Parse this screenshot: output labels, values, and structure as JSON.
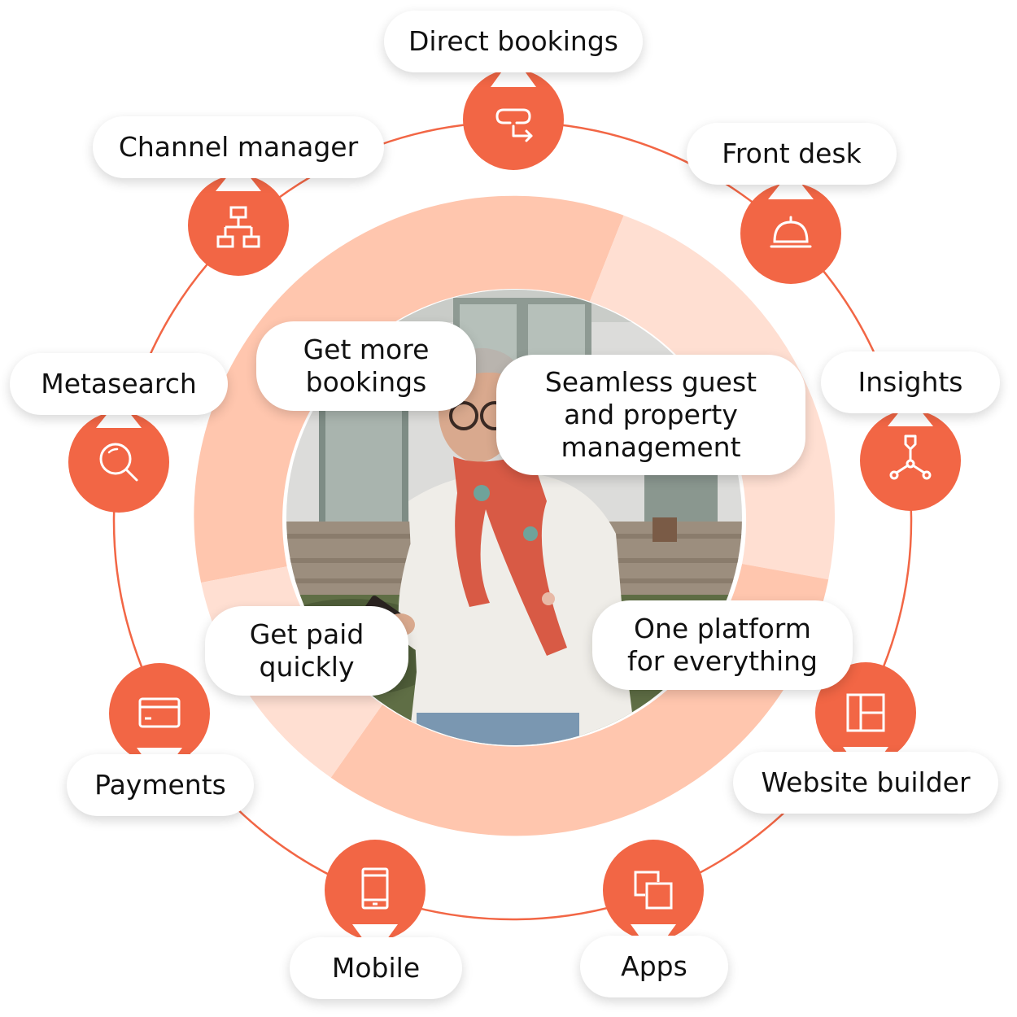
{
  "colors": {
    "accent": "#F26645",
    "ring_light": "#FFC6AE",
    "ring_lighter": "#FFDFD2",
    "pill_bg": "#FFFFFF",
    "text": "#111111"
  },
  "features": [
    {
      "label": "Direct bookings",
      "icon": "redirect-arrow-icon"
    },
    {
      "label": "Front desk",
      "icon": "reception-bell-icon"
    },
    {
      "label": "Insights",
      "icon": "analytics-graph-icon"
    },
    {
      "label": "Website builder",
      "icon": "layout-grid-icon"
    },
    {
      "label": "Apps",
      "icon": "overlapping-squares-icon"
    },
    {
      "label": "Mobile",
      "icon": "smartphone-icon"
    },
    {
      "label": "Payments",
      "icon": "credit-card-icon"
    },
    {
      "label": "Metasearch",
      "icon": "magnifier-icon"
    },
    {
      "label": "Channel manager",
      "icon": "hierarchy-icon"
    }
  ],
  "benefits": [
    {
      "label": "Get more\nbookings"
    },
    {
      "label": "Seamless guest\nand property\nmanagement"
    },
    {
      "label": "Get paid\nquickly"
    },
    {
      "label": "One platform\nfor everything"
    }
  ],
  "photo": {
    "icon": "woman-with-phone-photo"
  }
}
